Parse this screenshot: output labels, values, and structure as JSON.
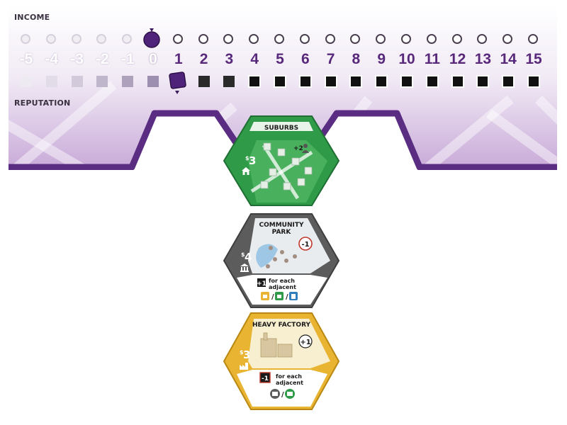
{
  "board": {
    "income_label": "INCOME",
    "reputation_label": "REPUTATION",
    "track_values": [
      "-5",
      "-4",
      "-3",
      "-2",
      "-1",
      "0",
      "1",
      "2",
      "3",
      "4",
      "5",
      "6",
      "7",
      "8",
      "9",
      "10",
      "11",
      "12",
      "13",
      "14",
      "15"
    ],
    "income_marker_value": "0",
    "reputation_marker_value": "1",
    "colors": {
      "purple": "#5a2d82",
      "marker": "#4e2379",
      "background": "#ebe0f0"
    }
  },
  "tiles": [
    {
      "name": "SUBURBS",
      "name_line2": "",
      "cost": "3",
      "cost_symbol": "$",
      "icon": "house-icon",
      "bonus": "+2",
      "bonus_icon": "people-icon",
      "color": "#2f9a48",
      "effect": "",
      "effect_value": "",
      "effect_icons": []
    },
    {
      "name": "COMMUNITY",
      "name_line2": "PARK",
      "cost": "4",
      "cost_symbol": "$",
      "icon": "institution-icon",
      "bonus": "-1",
      "bonus_icon": "",
      "color": "#5d5c5c",
      "effect_value": "+1",
      "effect": "for each",
      "effect_line2": "adjacent",
      "effect_icons": [
        "factory-icon",
        "shop-icon",
        "office-icon"
      ]
    },
    {
      "name": "HEAVY FACTORY",
      "name_line2": "",
      "cost": "3",
      "cost_symbol": "$",
      "icon": "factory-icon",
      "bonus": "+1",
      "bonus_icon": "",
      "color": "#e8b431",
      "effect_value": "-1",
      "effect": "for each",
      "effect_line2": "adjacent",
      "effect_icons": [
        "institution-icon",
        "house-icon"
      ]
    }
  ]
}
